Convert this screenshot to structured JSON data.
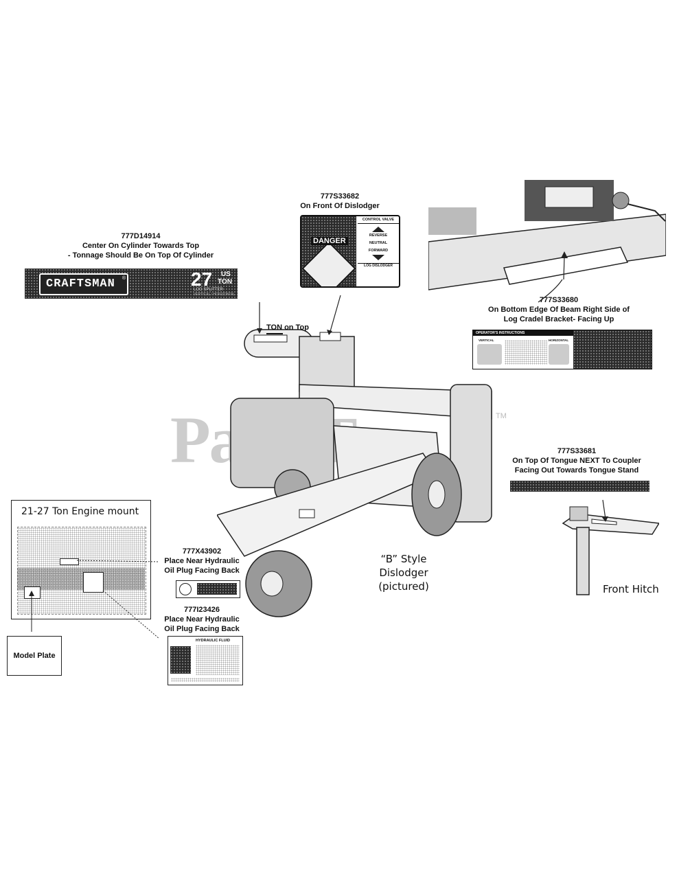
{
  "watermark": {
    "text": "PartsTree",
    "tm": "TM"
  },
  "labels": {
    "craftsman": {
      "part": "777D14914",
      "line1": "Center On Cylinder Towards Top",
      "line2": "- Tonnage Should Be On Top Of Cylinder",
      "brand": "CRAFTSMAN",
      "reg": "®",
      "tonnage": "27",
      "us": "US",
      "ton": "TON",
      "sub1": "LOG SPLITTER",
      "sub2": "VERTICAL / HORIZONTAL"
    },
    "dislodger": {
      "part": "777S33682",
      "line1": "On Front Of Dislodger",
      "control": "CONTROL VALVE",
      "reverse": "REVERSE",
      "neutral": "NEUTRAL",
      "forward": "FORWARD",
      "danger": "DANGER",
      "log_dislodger": "LOG DISLODGER"
    },
    "beam": {
      "part": "777S33680",
      "line1": "On Bottom Edge Of Beam Right Side of",
      "line2": "Log Cradel Bracket- Facing Up",
      "header": "OPERATOR'S INSTRUCTIONS",
      "vertical": "VERTICAL",
      "horizontal": "HORIZONTAL"
    },
    "tongue": {
      "part": "777S33681",
      "line1": "On Top Of Tongue NEXT To Coupler",
      "line2": "Facing Out Towards Tongue Stand"
    },
    "oil_plug_1": {
      "part": "777X43902",
      "line1": "Place Near Hydraulic",
      "line2": "Oil Plug Facing Back"
    },
    "oil_plug_2": {
      "part": "777I23426",
      "line1": "Place Near Hydraulic",
      "line2": "Oil Plug Facing Back",
      "header": "HYDRAULIC FLUID"
    }
  },
  "callouts": {
    "ton_on_top": "TON on Top",
    "engine_mount": "21-27 Ton Engine mount",
    "model_plate": "Model Plate",
    "front_hitch": "Front Hitch",
    "b_style_line1": "“B” Style Dislodger",
    "b_style_line2": "(pictured)"
  }
}
